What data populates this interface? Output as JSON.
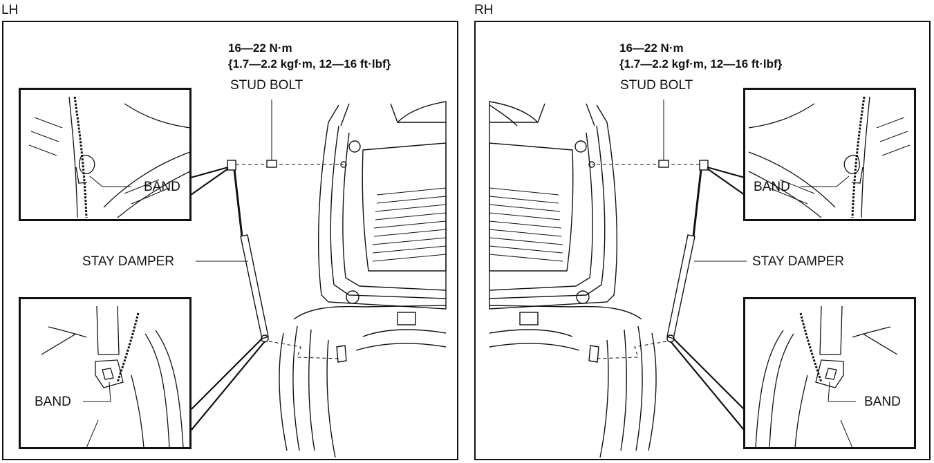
{
  "panels": [
    {
      "side_label": "LH",
      "torque_line1": "16—22 N·m",
      "torque_line2": "{1.7—2.2 kgf·m, 12—16 ft·lbf}",
      "stud_bolt": "STUD BOLT",
      "stay_damper": "STAY DAMPER",
      "band_upper": "BAND",
      "band_lower": "BAND"
    },
    {
      "side_label": "RH",
      "torque_line1": "16—22 N·m",
      "torque_line2": "{1.7—2.2 kgf·m, 12—16 ft·lbf}",
      "stud_bolt": "STUD BOLT",
      "stay_damper": "STAY DAMPER",
      "band_upper": "BAND",
      "band_lower": "BAND"
    }
  ]
}
